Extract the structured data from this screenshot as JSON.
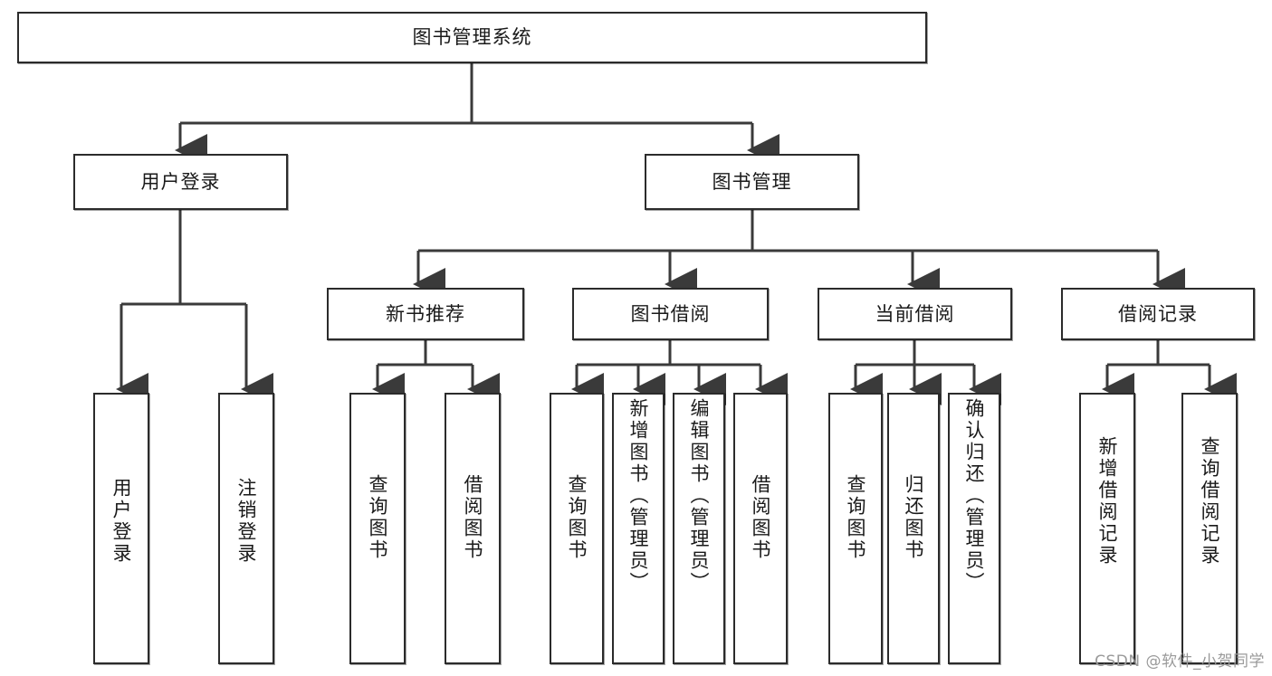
{
  "diagram": {
    "type": "tree",
    "title": "图书管理系统",
    "watermark": "CSDN @软件_小贺同学",
    "colors": {
      "box_border": "#2b2b2b",
      "box_fill": "#ffffff",
      "connector": "#3a3a3a",
      "text": "#1a1a1a",
      "watermark": "#9a9a9a"
    },
    "root": {
      "label": "图书管理系统"
    },
    "level2": [
      {
        "id": "user-login",
        "label": "用户登录"
      },
      {
        "id": "book-manage",
        "label": "图书管理"
      }
    ],
    "level3": [
      {
        "id": "new-book-recommend",
        "label": "新书推荐"
      },
      {
        "id": "book-borrow",
        "label": "图书借阅"
      },
      {
        "id": "current-borrow",
        "label": "当前借阅"
      },
      {
        "id": "borrow-record",
        "label": "借阅记录"
      }
    ],
    "leaves": {
      "user_login": [
        {
          "id": "leaf-user-login",
          "label": "用户登录"
        },
        {
          "id": "leaf-logout",
          "label": "注销登录"
        }
      ],
      "new_book_recommend": [
        {
          "id": "leaf-query-book-1",
          "label": "查询图书"
        },
        {
          "id": "leaf-borrow-book-1",
          "label": "借阅图书"
        }
      ],
      "book_borrow": [
        {
          "id": "leaf-query-book-2",
          "label": "查询图书"
        },
        {
          "id": "leaf-add-book",
          "label": "新增图书（管理员）"
        },
        {
          "id": "leaf-edit-book",
          "label": "编辑图书（管理员）"
        },
        {
          "id": "leaf-borrow-book-2",
          "label": "借阅图书"
        }
      ],
      "current_borrow": [
        {
          "id": "leaf-query-book-3",
          "label": "查询图书"
        },
        {
          "id": "leaf-return-book",
          "label": "归还图书"
        },
        {
          "id": "leaf-confirm-return",
          "label": "确认归还（管理员）"
        }
      ],
      "borrow_record": [
        {
          "id": "leaf-add-record",
          "label": "新增借阅记录"
        },
        {
          "id": "leaf-query-record",
          "label": "查询借阅记录"
        }
      ]
    }
  }
}
